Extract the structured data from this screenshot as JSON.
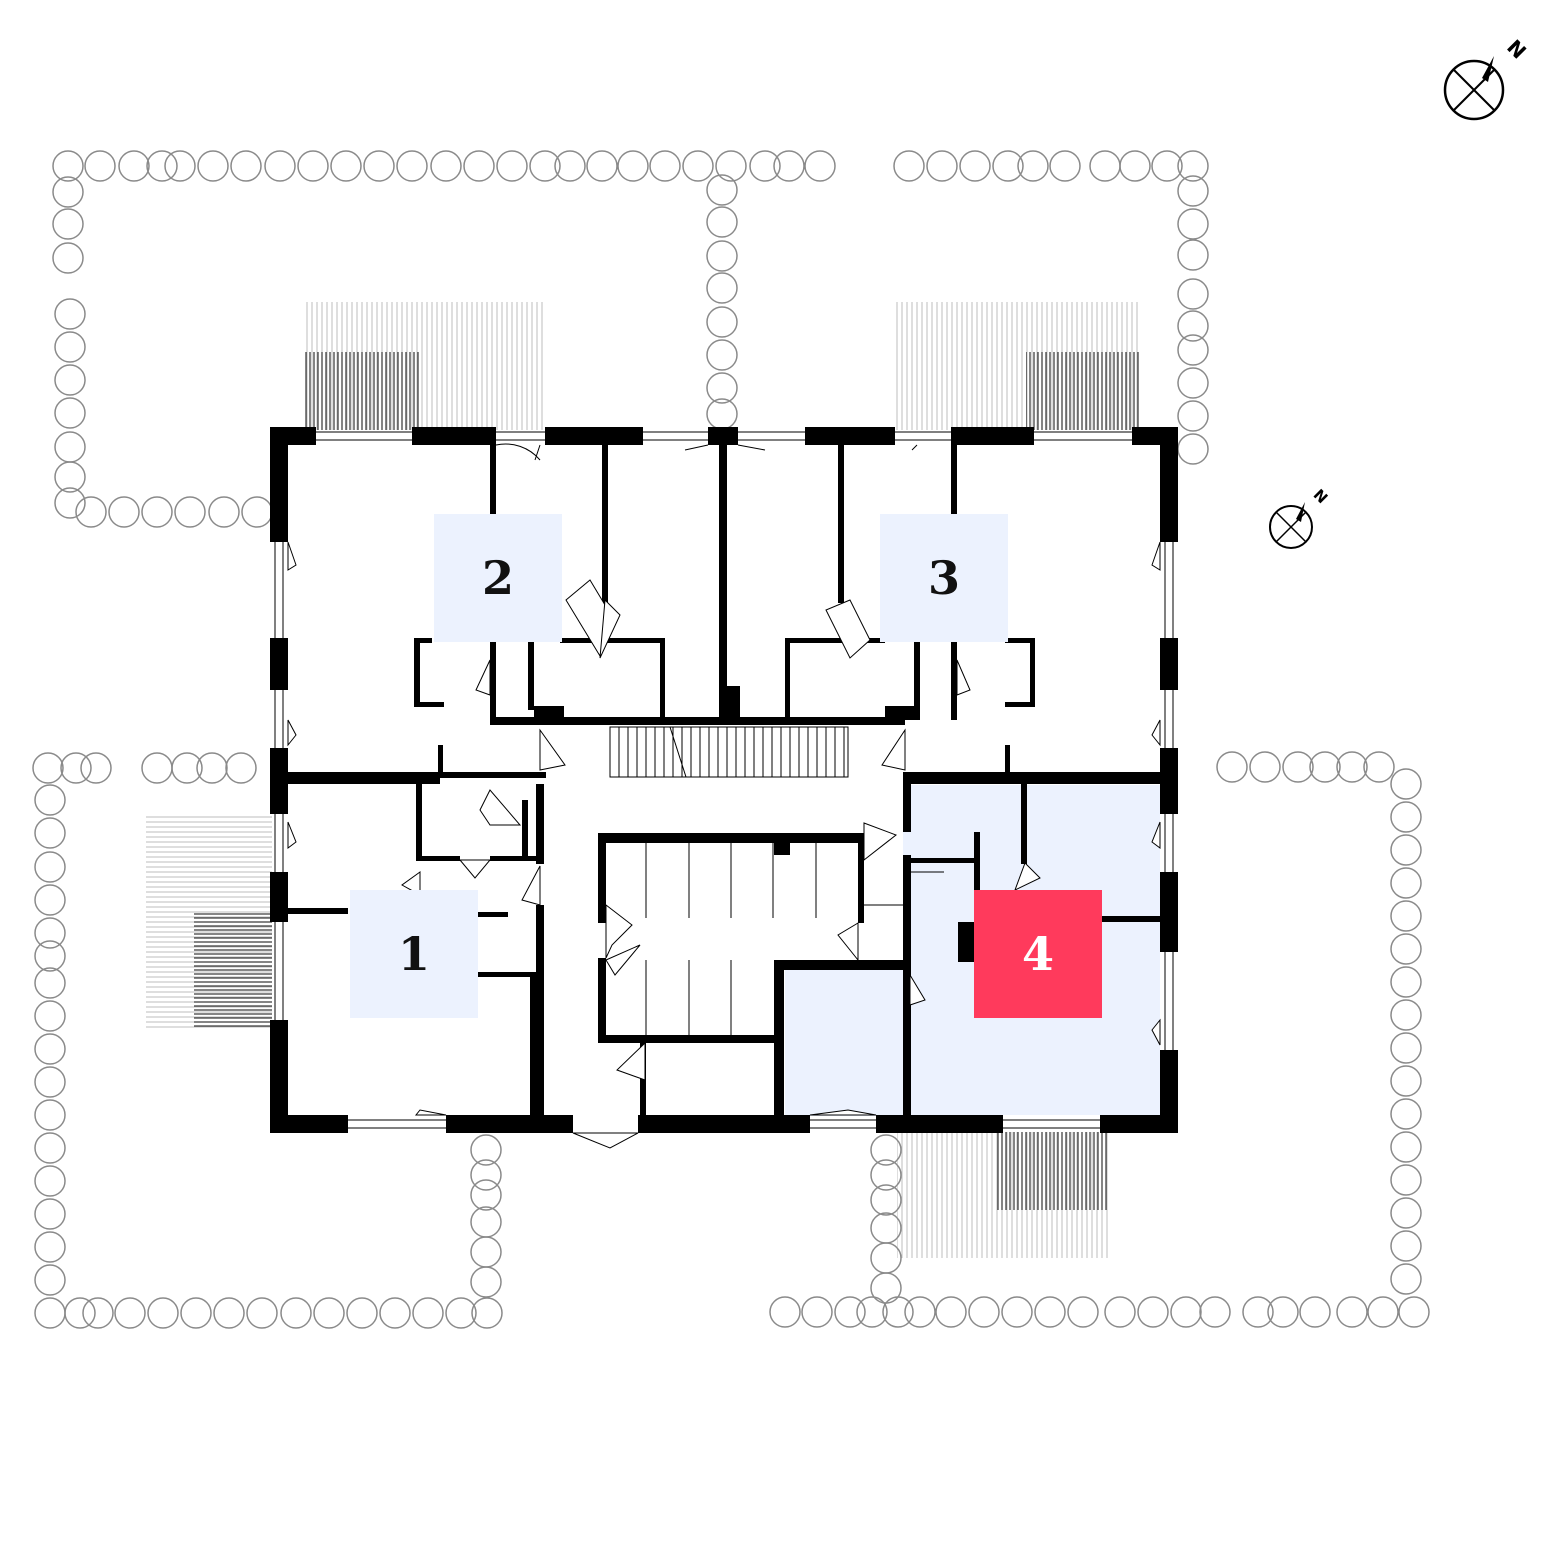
{
  "compass": {
    "letter": "N"
  },
  "apartments": [
    {
      "id": "1",
      "label": "1",
      "fill": "#ecf2fe",
      "text_color": "#111111",
      "selected": false
    },
    {
      "id": "2",
      "label": "2",
      "fill": "#ecf2fe",
      "text_color": "#111111",
      "selected": false
    },
    {
      "id": "3",
      "label": "3",
      "fill": "#ecf2fe",
      "text_color": "#111111",
      "selected": false
    },
    {
      "id": "4",
      "label": "4",
      "fill": "#ff3a5c",
      "text_color": "#ffffff",
      "selected": true
    }
  ],
  "colors": {
    "wall": "#000000",
    "highlight_area": "#ecf2fe",
    "selected": "#ff3a5c",
    "tree_stroke": "#8a8a8a",
    "terrace_hatch": "#bdbdbd"
  }
}
